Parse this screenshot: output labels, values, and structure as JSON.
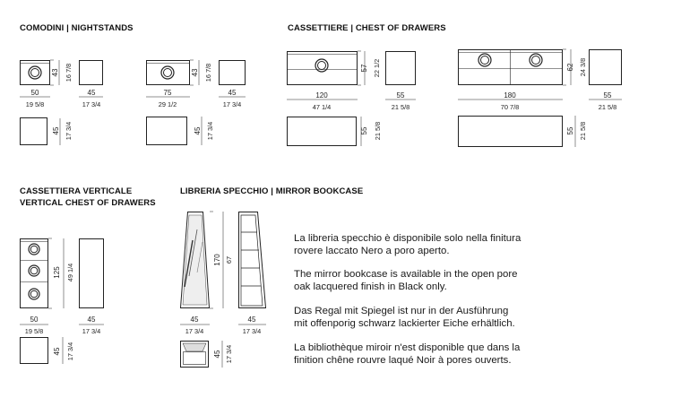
{
  "headings": {
    "nightstands": "COMODINI | NIGHTSTANDS",
    "chests": "CASSETTIERE | CHEST OF DRAWERS",
    "vertical_line1": "CASSETTIERA VERTICALE",
    "vertical_line2": "VERTICAL CHEST OF DRAWERS",
    "bookcase": "LIBRERIA SPECCHIO | MIRROR BOOKCASE"
  },
  "descriptions": [
    {
      "line1": "La libreria specchio è disponibile solo nella finitura",
      "line2": "rovere laccato Nero a poro aperto."
    },
    {
      "line1": "The mirror bookcase is available in the open pore",
      "line2": "oak lacquered finish in Black only."
    },
    {
      "line1": "Das Regal mit Spiegel ist nur in der Ausführung",
      "line2": "mit offenporig schwarz lackierter Eiche erhältlich."
    },
    {
      "line1": "La bibliothèque miroir n'est disponible que dans la",
      "line2": "finition chêne rouvre laqué Noir à pores ouverts."
    }
  ],
  "dimensions": {
    "ns1_width_cm": "50",
    "ns1_width_in": "19 5/8",
    "ns1_height_cm": "43",
    "ns1_height_in": "16 7/8",
    "ns1_depth_cm": "45",
    "ns1_depth_in": "17 3/4",
    "ns1_top_cm": "45",
    "ns1_top_in": "17 3/4",
    "ns2_width_cm": "75",
    "ns2_width_in": "29 1/2",
    "ns2_height_cm": "43",
    "ns2_height_in": "16 7/8",
    "ns2_depth_cm": "45",
    "ns2_depth_in": "17 3/4",
    "ns2_top_cm": "45",
    "ns2_top_in": "17 3/4",
    "ch1_width_cm": "120",
    "ch1_width_in": "47 1/4",
    "ch1_height_cm": "57",
    "ch1_height_in": "22 1/2",
    "ch1_depth_cm": "55",
    "ch1_depth_in": "21 5/8",
    "ch1_top_cm": "55",
    "ch1_top_in": "21 5/8",
    "ch2_width_cm": "180",
    "ch2_width_in": "70 7/8",
    "ch2_height_cm": "62",
    "ch2_height_in": "24 3/8",
    "ch2_depth_cm": "55",
    "ch2_depth_in": "21 5/8",
    "ch2_top_cm": "55",
    "ch2_top_in": "21 5/8",
    "vc_width_cm": "50",
    "vc_width_in": "19 5/8",
    "vc_height_cm": "125",
    "vc_height_in": "49 1/4",
    "vc_depth_cm": "45",
    "vc_depth_in": "17 3/4",
    "vc_top_cm": "45",
    "vc_top_in": "17 3/4",
    "bk_width_cm": "45",
    "bk_width_in": "17 3/4",
    "bk_height_cm": "170",
    "bk_height_in": "67",
    "bk_depth_cm": "45",
    "bk_depth_in": "17 3/4",
    "bk_top_cm": "45",
    "bk_top_in": "17 3/4"
  }
}
